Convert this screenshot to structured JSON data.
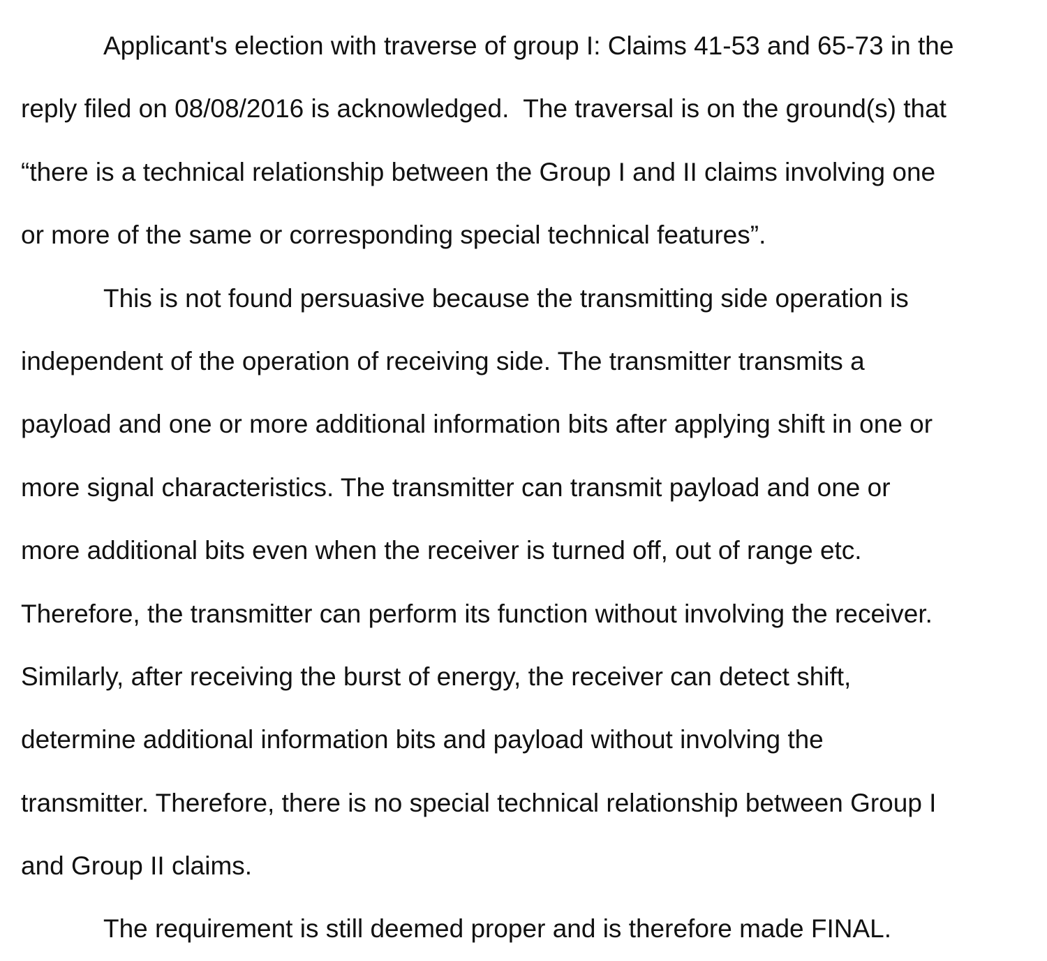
{
  "document": {
    "paragraph_1": {
      "lines": [
        "Applicant's election with traverse of group I: Claims 41-53 and 65-73 in the",
        "reply filed on 08/08/2016 is acknowledged.  The traversal is on the ground(s) that",
        "“there is a technical relationship between the Group I and II claims involving one",
        "or more of the same or corresponding special technical features”."
      ]
    },
    "paragraph_2": {
      "lines": [
        "This is not found persuasive because the transmitting side operation is",
        "independent of the operation of receiving side. The transmitter transmits a",
        "payload and one or more additional information bits after applying shift in one or",
        "more signal characteristics. The transmitter can transmit payload and one or",
        "more additional bits even when the receiver is turned off, out of range etc.",
        "Therefore, the transmitter can perform its function without involving the receiver.",
        "Similarly, after receiving the burst of energy, the receiver can detect shift,",
        "determine additional information bits and payload without involving the",
        "transmitter. Therefore, there is no special technical relationship between Group I",
        "and Group II claims."
      ]
    },
    "paragraph_3": {
      "lines": [
        "The requirement is still deemed proper and is therefore made FINAL."
      ]
    }
  }
}
